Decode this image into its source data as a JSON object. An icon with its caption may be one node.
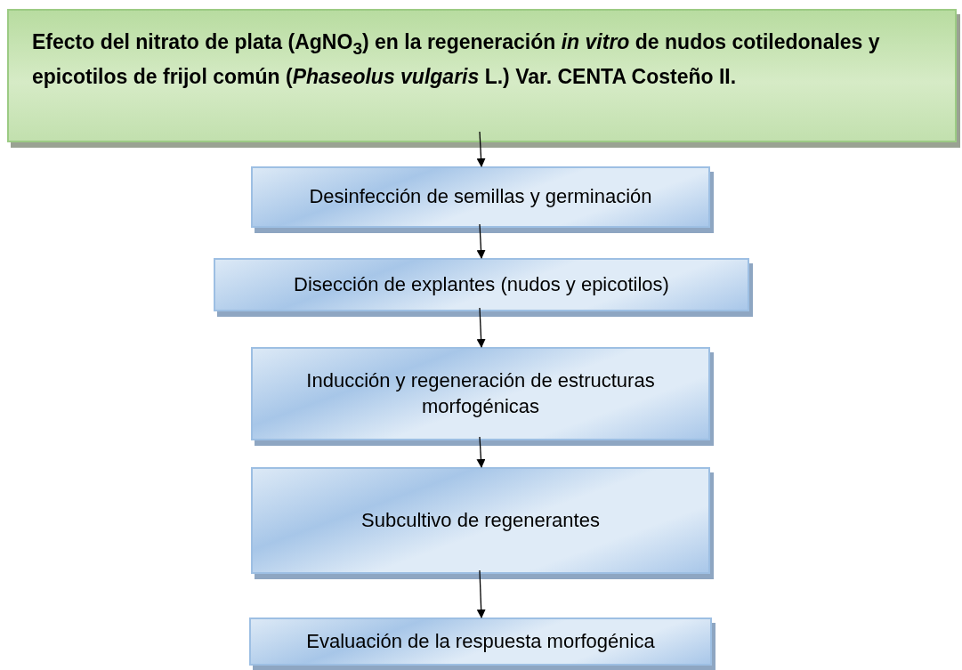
{
  "diagram": {
    "nodes": [
      {
        "text": [
          "Efecto del nitrato de plata (AgNO$_{3}$) en la regeneración *in vitro* de nudos cotiledonales y epicotilos de frijol común (*Phaseolus vulgaris* L.) Var. CENTA Costeño II."
        ]
      },
      {
        "text": [
          "Desinfección de semillas y germinación"
        ]
      },
      {
        "text": [
          "Disección de explantes (nudos y epicotilos)"
        ]
      },
      {
        "text": [
          "Inducción y regeneración de estructuras morfogénicas"
        ]
      },
      {
        "text": [
          "Subcultivo de regenerantes"
        ]
      },
      {
        "text": [
          "Evaluación de la respuesta morfogénica"
        ]
      }
    ],
    "edges": [
      {
        "from": 0,
        "to": 1,
        "arrow": "to"
      },
      {
        "from": 1,
        "to": 2,
        "arrow": "to"
      },
      {
        "from": 2,
        "to": 3,
        "arrow": "to"
      },
      {
        "from": 3,
        "to": 4,
        "arrow": "to"
      },
      {
        "from": 4,
        "to": 5,
        "arrow": "to"
      }
    ]
  }
}
